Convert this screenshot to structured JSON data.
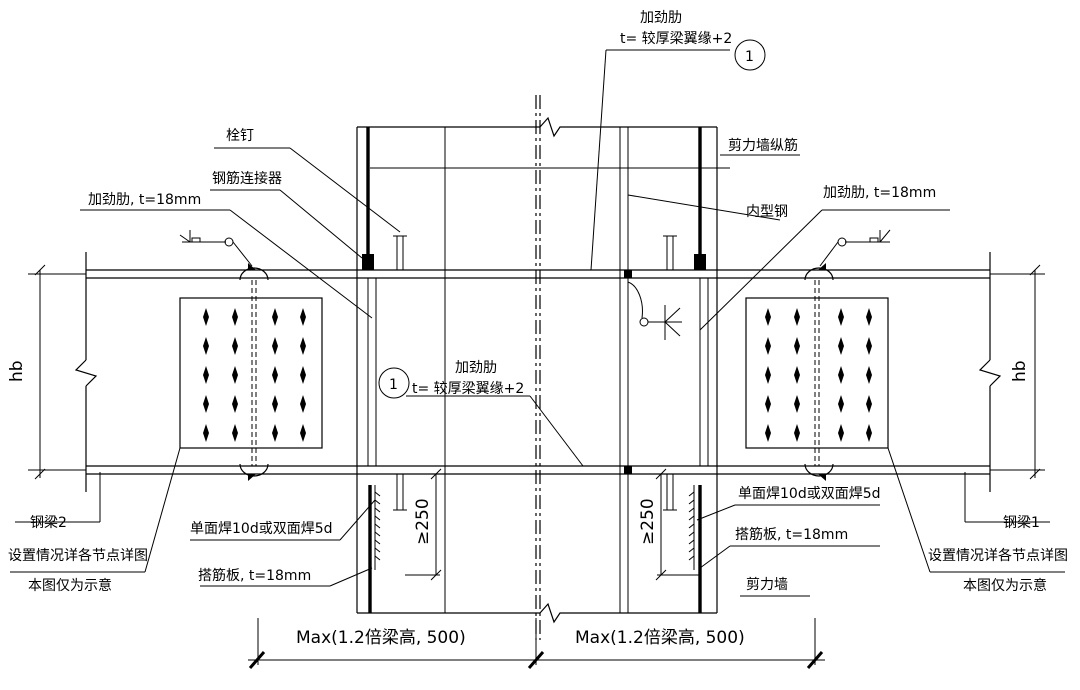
{
  "labels": {
    "stiffener_top": "加劲肋",
    "stiffener_top_t": "t= 较厚梁翼缘+2",
    "stiffener_mid": "加劲肋",
    "stiffener_mid_t": "t= 较厚梁翼缘+2",
    "callout_no": "1",
    "stud": "栓钉",
    "coupler": "钢筋连接器",
    "stiffener_left": "加劲肋, t=18mm",
    "stiffener_right": "加劲肋, t=18mm",
    "wall_rebar": "剪力墙纵筋",
    "inner_steel": "内型钢",
    "beam_height_left": "hb",
    "beam_height_right": "hb",
    "beam2": "钢梁2",
    "beam1": "钢梁1",
    "note_line1_left": "设置情况详各节点详图",
    "note_line2_left": "本图仅为示意",
    "note_line1_right": "设置情况详各节点详图",
    "note_line2_right": "本图仅为示意",
    "weld_left": "单面焊10d或双面焊5d",
    "weld_right": "单面焊10d或双面焊5d",
    "plate_left": "搭筋板, t=18mm",
    "plate_right": "搭筋板, t=18mm",
    "min_len_left": "≥250",
    "min_len_right": "≥250",
    "shear_wall": "剪力墙",
    "dim_left": "Max(1.2倍梁高, 500)",
    "dim_right": "Max(1.2倍梁高, 500)"
  }
}
